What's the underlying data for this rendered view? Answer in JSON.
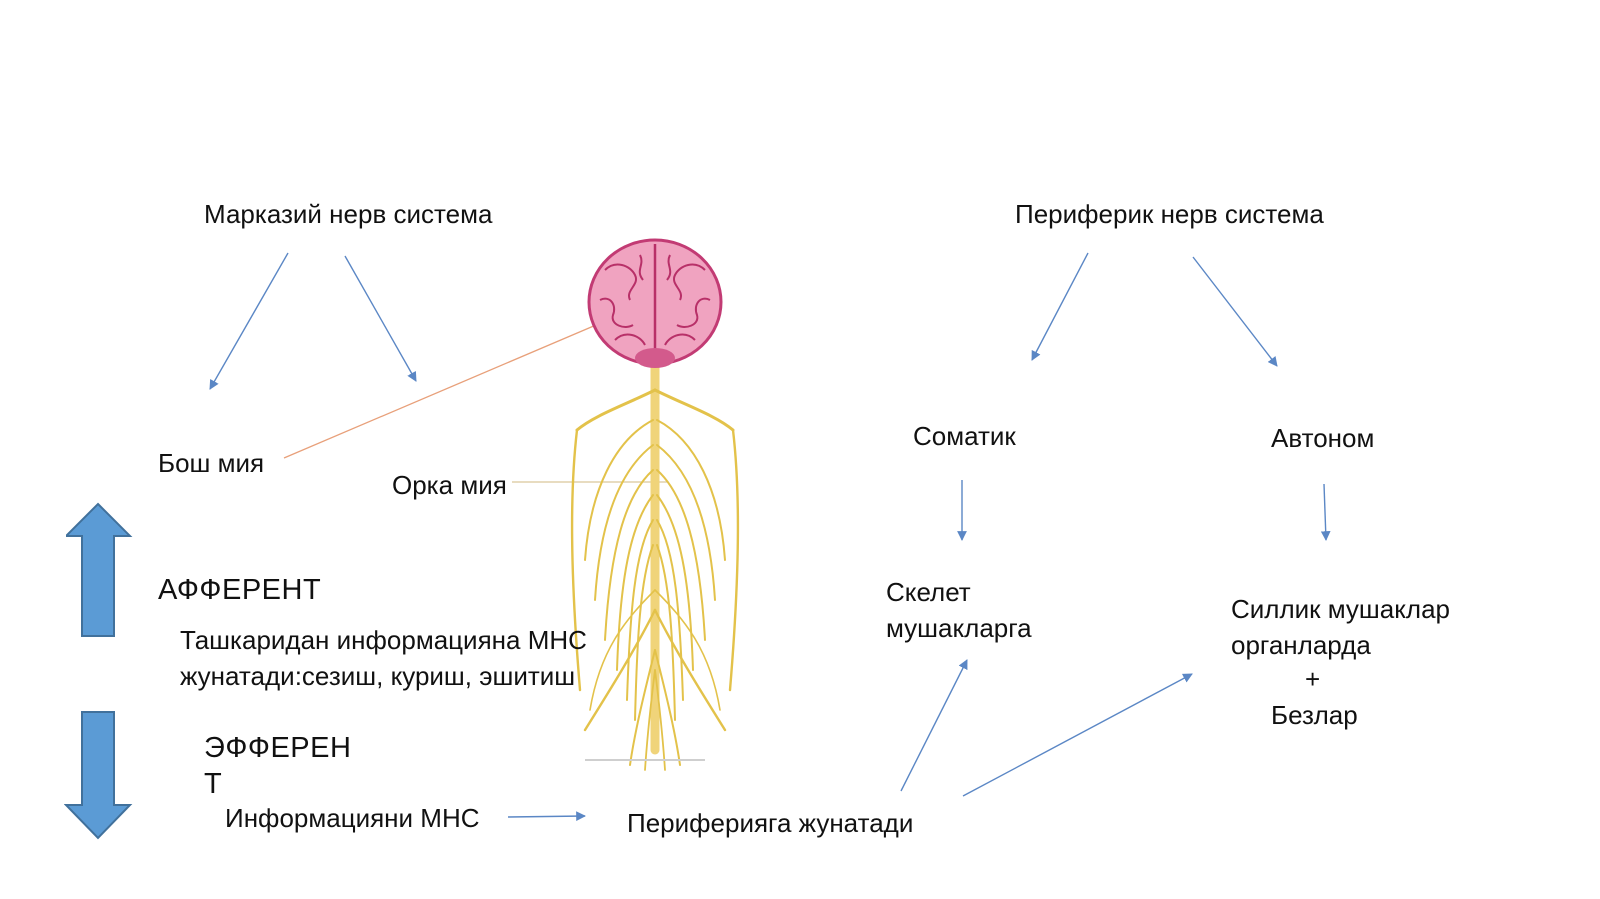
{
  "cns": {
    "title": "Марказий нерв система",
    "brain": "Бош мия",
    "spinal": "Орка мия"
  },
  "pns": {
    "title": "Периферик нерв система",
    "somatic": "Соматик",
    "autonomic": "Автоном",
    "somatic_target_line1": "Скелет",
    "somatic_target_line2": "мушакларга",
    "auto_target_line1": "Силлик мушаклар",
    "auto_target_line2": "органларда",
    "auto_target_plus": "+",
    "auto_target_line3": "Безлар"
  },
  "afferent": {
    "label": "АФФЕРЕНТ",
    "desc_line1": "Ташкаридан информацияна МНС",
    "desc_line2": "жунатади:сезиш, куриш, эшитиш"
  },
  "efferent": {
    "label_line1": "ЭФФЕРЕН",
    "label_line2": "Т",
    "source": "Информацияни МНС",
    "target": "Периферияга жунатади"
  },
  "colors": {
    "arrow_line": "#5b87c5",
    "big_arrow": "#5b9bd5",
    "big_arrow_border": "#41719c",
    "brain": "#f0a3c0",
    "brain_outline": "#c23b74",
    "nerve": "#e3c24a",
    "leader": "#e8a07a"
  }
}
